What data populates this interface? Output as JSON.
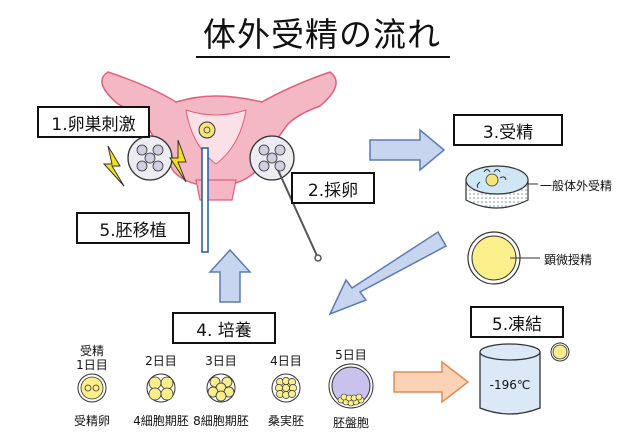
{
  "title": "体外受精の流れ",
  "steps": {
    "stimulation": "1.卵巣刺激",
    "retrieval": "2.採卵",
    "fertilization": "3.受精",
    "culture": "4. 培養",
    "transfer": "5.胚移植",
    "freezing": "5.凍結"
  },
  "fertilization_methods": {
    "conventional": "一般体外受精",
    "icsi": "顕微授精"
  },
  "stages": [
    {
      "day": "受精\n1日目",
      "name": "受精卵"
    },
    {
      "day": "2日目",
      "name": "4細胞期胚"
    },
    {
      "day": "3日目",
      "name": "8細胞期胚"
    },
    {
      "day": "4日目",
      "name": "桑実胚"
    },
    {
      "day": "5日目",
      "name": "胚盤胞"
    }
  ],
  "freezer_temp": "-196℃",
  "colors": {
    "uterus_fill": "#f4b8c4",
    "uterus_stroke": "#e0607c",
    "arrow_fill": "#c7d6ee",
    "arrow_stroke": "#5b7bb5",
    "freeze_arrow_fill": "#fbd2b6",
    "freeze_arrow_stroke": "#e08a55",
    "egg_yolk": "#fbef8c",
    "blastocyst": "#c9c2ec",
    "freezer_fill": "#dbe9f7",
    "lightning": "#f7e11c"
  }
}
